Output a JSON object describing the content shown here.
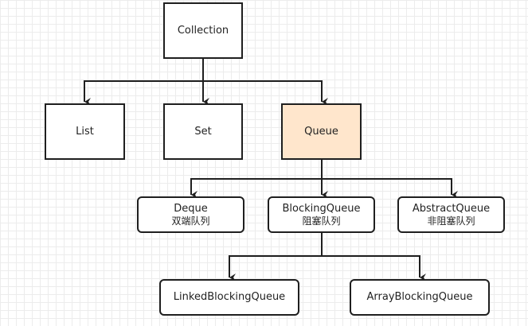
{
  "nodes": {
    "collection": {
      "label": "Collection"
    },
    "list": {
      "label": "List"
    },
    "set": {
      "label": "Set"
    },
    "queue": {
      "label": "Queue",
      "fill": "#ffe6cc"
    },
    "deque": {
      "label": "Deque",
      "sublabel": "双端队列"
    },
    "blocking_queue": {
      "label": "BlockingQueue",
      "sublabel": "阻塞队列"
    },
    "abstract_queue": {
      "label": "AbstractQueue",
      "sublabel": "非阻塞队列"
    },
    "linked_blocking_queue": {
      "label": "LinkedBlockingQueue"
    },
    "array_blocking_queue": {
      "label": "ArrayBlockingQueue"
    }
  },
  "colors": {
    "edge": "#1f1f1f",
    "grid": "#ececec"
  }
}
